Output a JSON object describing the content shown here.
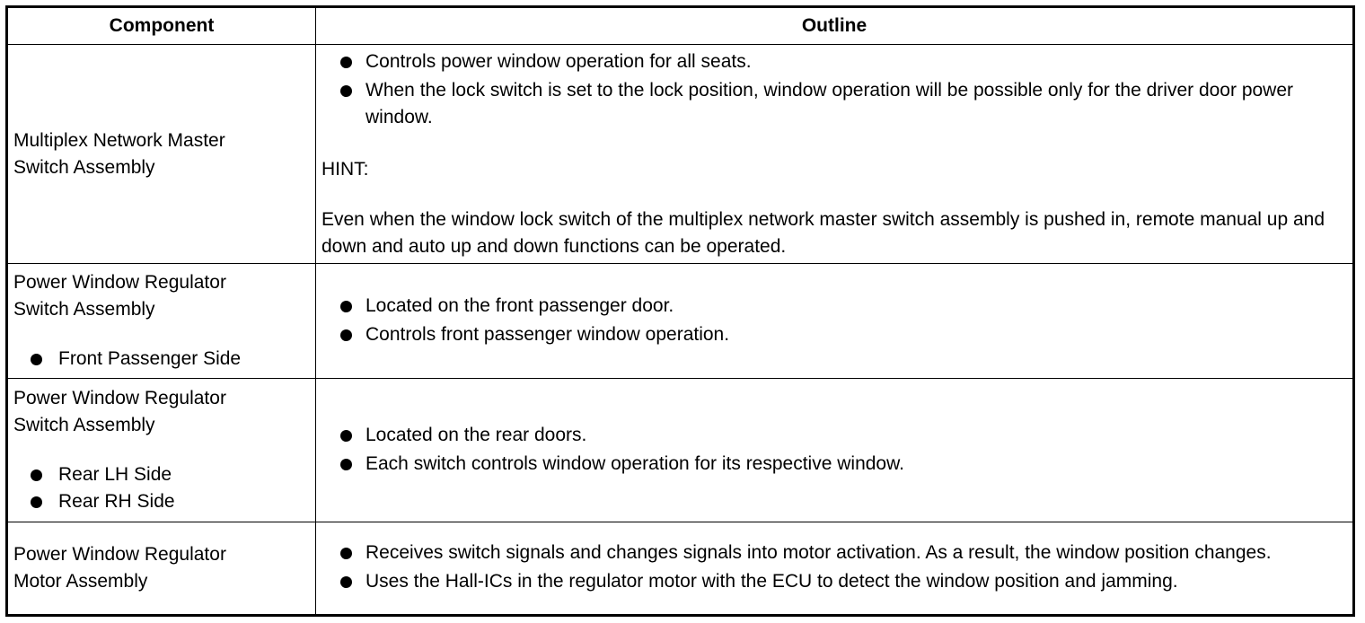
{
  "headers": {
    "component": "Component",
    "outline": "Outline"
  },
  "rows": [
    {
      "component": [
        "Multiplex Network Master",
        "Switch Assembly"
      ],
      "sub_items": [],
      "outline_bullets": [
        "Controls power window operation for all seats.",
        "When the lock switch is set to the lock position, window operation will be possible only for the driver door power window."
      ],
      "hint_label": "HINT:",
      "hint_text": "Even when the window lock switch of the multiplex network master switch assembly is pushed in, remote manual up and down and auto up and down functions can be operated."
    },
    {
      "component": [
        "Power Window Regulator",
        "Switch Assembly"
      ],
      "sub_items": [
        "Front Passenger Side"
      ],
      "outline_bullets": [
        "Located on the front passenger door.",
        "Controls front passenger window operation."
      ]
    },
    {
      "component": [
        "Power Window Regulator",
        "Switch Assembly"
      ],
      "sub_items": [
        "Rear LH Side",
        "Rear RH Side"
      ],
      "outline_bullets": [
        "Located on the rear doors.",
        "Each switch controls window operation for its respective window."
      ]
    },
    {
      "component": [
        "Power Window Regulator",
        "Motor Assembly"
      ],
      "sub_items": [],
      "outline_bullets": [
        "Receives switch signals and changes signals into motor activation. As a result, the window position changes.",
        "Uses the Hall-ICs in the regulator motor with the ECU to detect the window position and jamming."
      ]
    }
  ]
}
